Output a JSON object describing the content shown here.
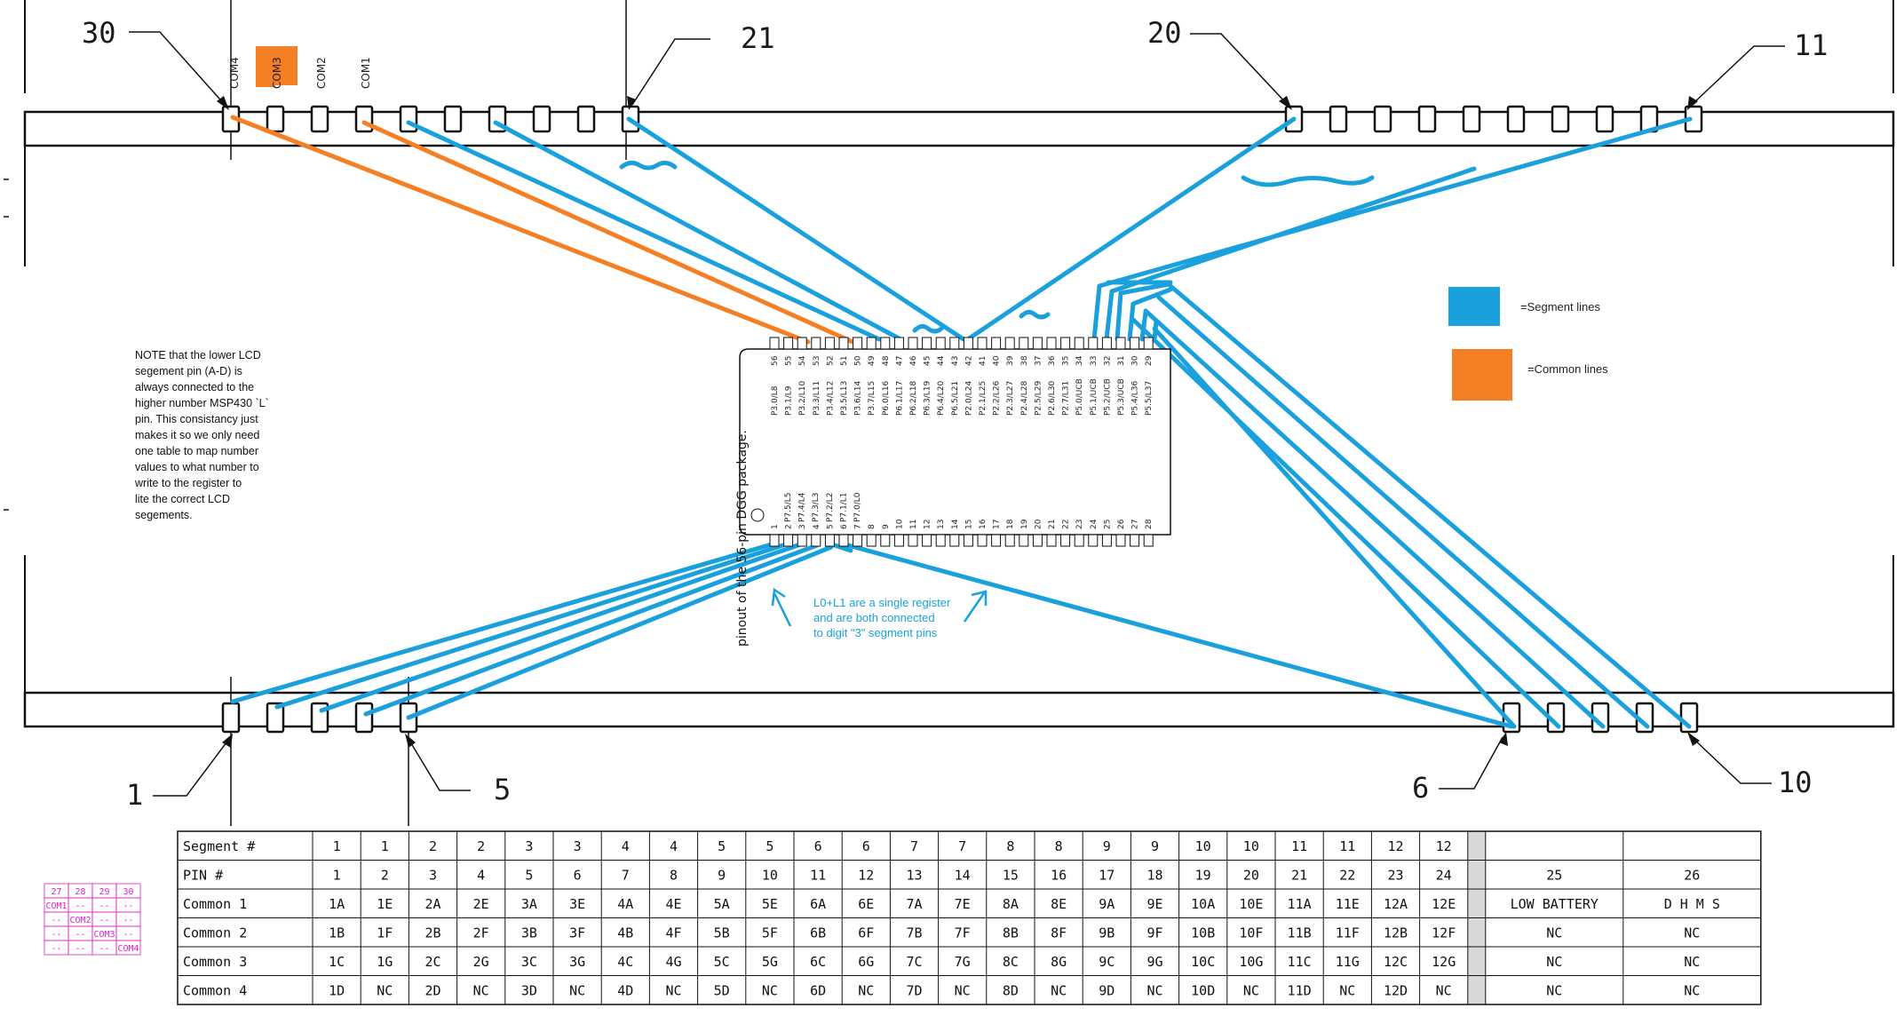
{
  "callouts": {
    "c30": "30",
    "c21": "21",
    "c20": "20",
    "c11": "11",
    "c1": "1",
    "c5": "5",
    "c6": "6",
    "c10": "10"
  },
  "com_labels": [
    "COM4",
    "COM3",
    "COM2",
    "COM1"
  ],
  "chip": {
    "top_pin_numbers": [
      "56",
      "55",
      "54",
      "53",
      "52",
      "51",
      "50",
      "49",
      "48",
      "47",
      "46",
      "45",
      "44",
      "43",
      "42",
      "41",
      "40",
      "39",
      "38",
      "37",
      "36",
      "35",
      "34",
      "33",
      "32",
      "31",
      "30",
      "29"
    ],
    "top_pin_names": [
      "P3.0/L8",
      "P3.1/L9",
      "P3.2/L10",
      "P3.3/L11",
      "P3.4/L12",
      "P3.5/L13",
      "P3.6/L14",
      "P3.7/L15",
      "P6.0/L16",
      "P6.1/L17",
      "P6.2/L18",
      "P6.3/L19",
      "P6.4/L20",
      "P6.5/L21",
      "P2.0/L24",
      "P2.1/L25",
      "P2.2/L26",
      "P2.3/L27",
      "P2.4/L28",
      "P2.5/L29",
      "P2.6/L30",
      "P2.7/L31",
      "P5.0/UCB",
      "P5.1/UCB",
      "P5.2/UCB",
      "P5.3/UCB",
      "P5.4/L36",
      "P5.5/L37"
    ],
    "bottom_pin_numbers": [
      "1",
      "2",
      "3",
      "4",
      "5",
      "6",
      "7",
      "8",
      "9",
      "10",
      "11",
      "12",
      "13",
      "14",
      "15",
      "16",
      "17",
      "18",
      "19",
      "20",
      "21",
      "22",
      "23",
      "24",
      "25",
      "26",
      "27",
      "28"
    ],
    "bottom_pin_names": [
      "P7.5/L5",
      "P7.4/L4",
      "P7.3/L3",
      "P7.2/L2",
      "P7.1/L1",
      "P7.0/L0"
    ],
    "package_label": "pinout of the 56-pin DGG package."
  },
  "note_lines": [
    "NOTE that the lower LCD",
    "segement pin (A-D) is",
    "always connected to the",
    "higher number MSP430 `L`",
    "pin. This consistancy just",
    "makes it so we only need",
    "one table to map number",
    "values to what number to",
    "write to the register to",
    "lite the correct LCD",
    "segements."
  ],
  "annotation_lines": [
    "L0+L1 are a single register",
    "and are both connected",
    "to digit \"3\" segment pins"
  ],
  "legend": {
    "segment": "=Segment lines",
    "common": "=Common lines",
    "segment_color": "#1aa0dc",
    "common_color": "#f47f24"
  },
  "mini_grid": [
    [
      "27",
      "28",
      "29",
      "30"
    ],
    [
      "COM1",
      "--",
      "--",
      "--"
    ],
    [
      "--",
      "COM2",
      "--",
      "--"
    ],
    [
      "--",
      "--",
      "COM3",
      "--"
    ],
    [
      "--",
      "--",
      "--",
      "COM4"
    ]
  ],
  "table": {
    "rows": [
      [
        "Segment #",
        "1",
        "1",
        "2",
        "2",
        "3",
        "3",
        "4",
        "4",
        "5",
        "5",
        "6",
        "6",
        "7",
        "7",
        "8",
        "8",
        "9",
        "9",
        "10",
        "10",
        "11",
        "11",
        "12",
        "12",
        "",
        "",
        ""
      ],
      [
        "PIN #",
        "1",
        "2",
        "3",
        "4",
        "5",
        "6",
        "7",
        "8",
        "9",
        "10",
        "11",
        "12",
        "13",
        "14",
        "15",
        "16",
        "17",
        "18",
        "19",
        "20",
        "21",
        "22",
        "23",
        "24",
        "",
        "25",
        "26"
      ],
      [
        "Common 1",
        "1A",
        "1E",
        "2A",
        "2E",
        "3A",
        "3E",
        "4A",
        "4E",
        "5A",
        "5E",
        "6A",
        "6E",
        "7A",
        "7E",
        "8A",
        "8E",
        "9A",
        "9E",
        "10A",
        "10E",
        "11A",
        "11E",
        "12A",
        "12E",
        "",
        "LOW BATTERY",
        "D H M S"
      ],
      [
        "Common 2",
        "1B",
        "1F",
        "2B",
        "2F",
        "3B",
        "3F",
        "4B",
        "4F",
        "5B",
        "5F",
        "6B",
        "6F",
        "7B",
        "7F",
        "8B",
        "8F",
        "9B",
        "9F",
        "10B",
        "10F",
        "11B",
        "11F",
        "12B",
        "12F",
        "",
        "NC",
        "NC"
      ],
      [
        "Common 3",
        "1C",
        "1G",
        "2C",
        "2G",
        "3C",
        "3G",
        "4C",
        "4G",
        "5C",
        "5G",
        "6C",
        "6G",
        "7C",
        "7G",
        "8C",
        "8G",
        "9C",
        "9G",
        "10C",
        "10G",
        "11C",
        "11G",
        "12C",
        "12G",
        "",
        "NC",
        "NC"
      ],
      [
        "Common 4",
        "1D",
        "NC",
        "2D",
        "NC",
        "3D",
        "NC",
        "4D",
        "NC",
        "5D",
        "NC",
        "6D",
        "NC",
        "7D",
        "NC",
        "8D",
        "NC",
        "9D",
        "NC",
        "10D",
        "NC",
        "11D",
        "NC",
        "12D",
        "NC",
        "",
        "NC",
        "NC"
      ]
    ]
  }
}
